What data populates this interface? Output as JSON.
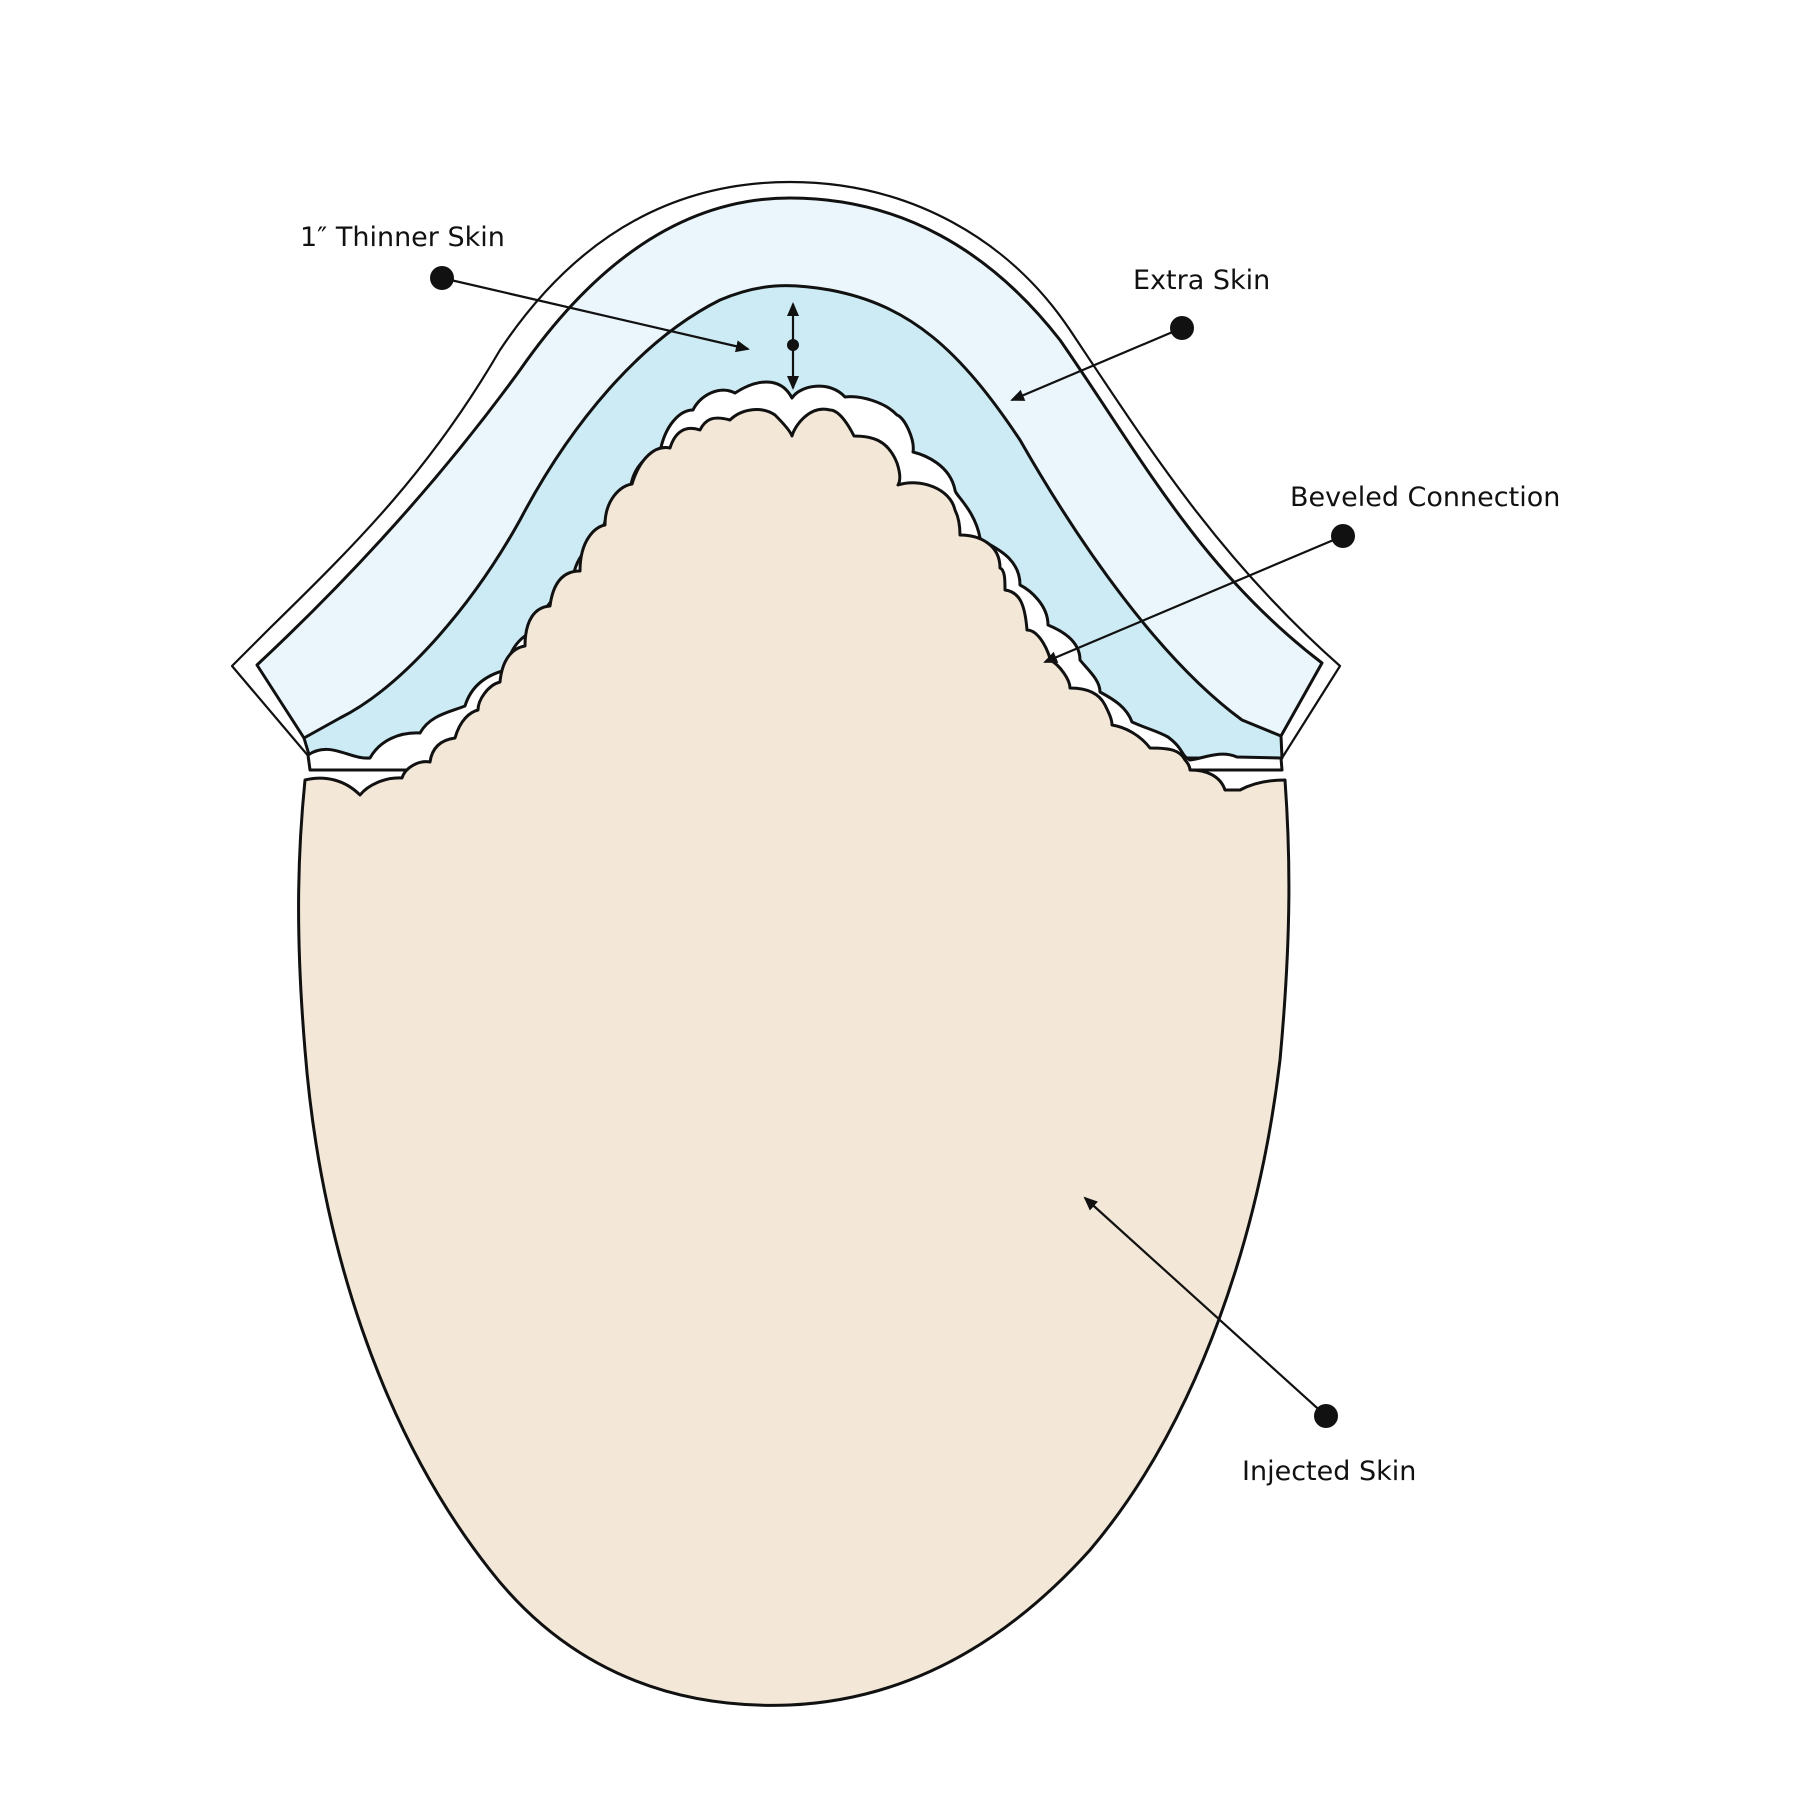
{
  "labels": {
    "thinner_skin": "1″ Thinner Skin",
    "extra_skin": "Extra Skin",
    "beveled_connection": "Beveled Connection",
    "injected_skin": "Injected Skin"
  },
  "colors": {
    "outer_skin": "#EAF6FB",
    "inner_skin": "#CDEBF4",
    "injected_skin": "#F3E7D7",
    "gap": "#FFFFFF",
    "line": "#111111"
  }
}
